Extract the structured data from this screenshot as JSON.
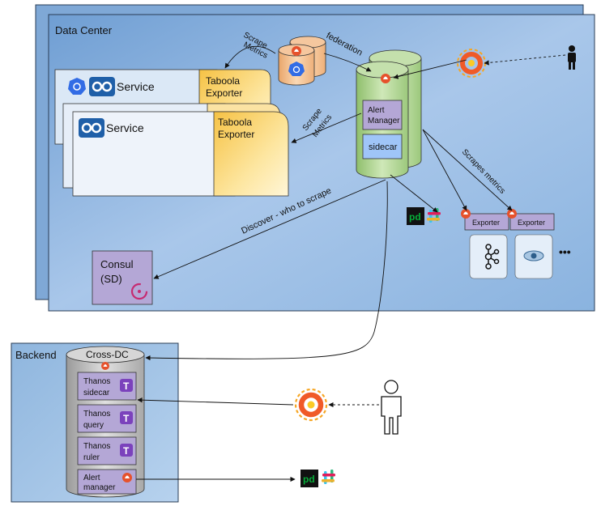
{
  "data_center": {
    "title": "Data Center",
    "service_1": "Service",
    "service_2": "Service",
    "exporter_1": [
      "Taboola",
      "Exporter"
    ],
    "exporter_2": [
      "Taboola",
      "Exporter"
    ],
    "alert_manager": [
      "Alert",
      "Manager"
    ],
    "sidecar": "sidecar",
    "consul": [
      "Consul",
      "(SD)"
    ],
    "exporter_a": "Exporter",
    "exporter_b": "Exporter",
    "more": "•••"
  },
  "edges": {
    "scrape_metrics_top": [
      "Scrape",
      "Metrics"
    ],
    "federation": "federation",
    "scrape_metrics_mid": [
      "Scrape",
      "Metrics"
    ],
    "scrapes_metrics": "Scrapes metrics",
    "discover": "Discover - who to scrape"
  },
  "backend": {
    "title": "Backend",
    "cross_dc": "Cross-DC",
    "thanos_sidecar": [
      "Thanos",
      "sidecar"
    ],
    "thanos_query": [
      "Thanos",
      "query"
    ],
    "thanos_ruler": [
      "Thanos",
      "ruler"
    ],
    "alert_manager": [
      "Alert",
      "manager"
    ]
  },
  "icons": {
    "pagerduty": "pd",
    "thanos": "T"
  },
  "colors": {
    "dc_blue": "#7fa8d6",
    "prometheus_green": "#a9cf8c",
    "alert_purple": "#b4a7d6",
    "sidecar_blue": "#9fc5f8",
    "exporter_yellow": "#ffd966",
    "prometheus_orange": "#e6522c",
    "backend_blue": "#9fc5e8"
  }
}
